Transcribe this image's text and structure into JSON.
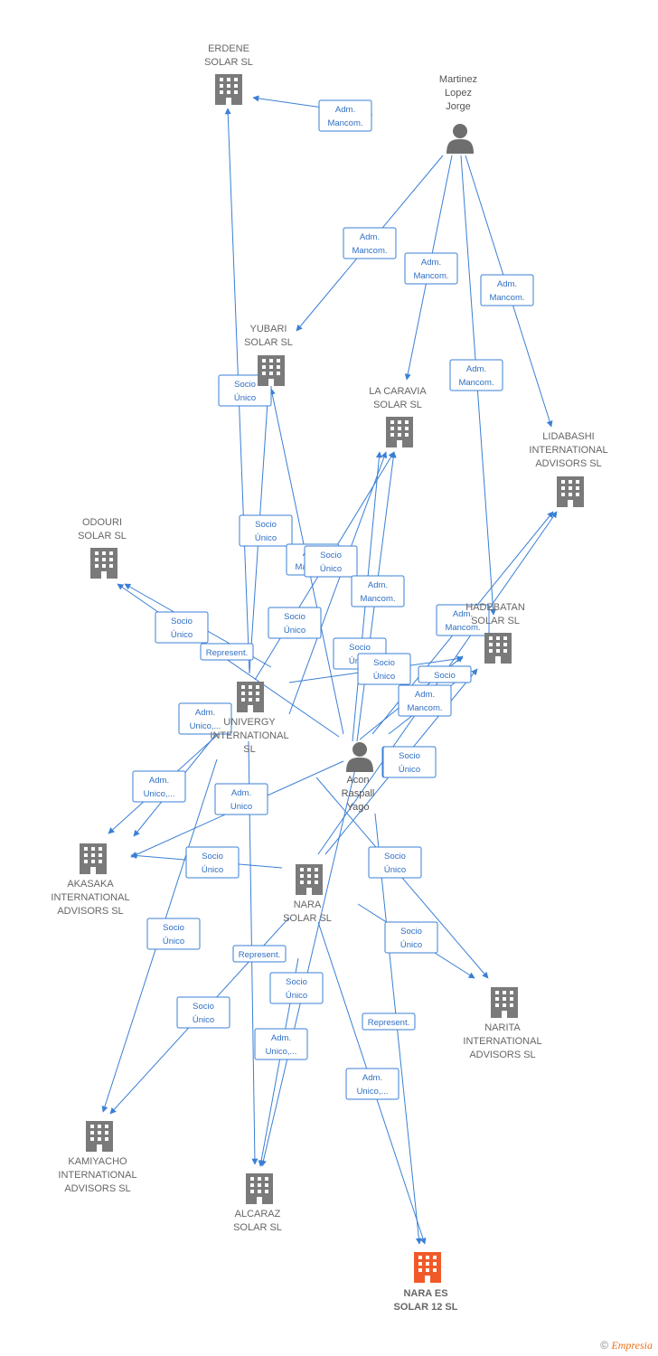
{
  "colors": {
    "edge": "#3a7fd5",
    "company": "#7a7a7a",
    "highlight": "#f05a28",
    "person": "#6e6e6e"
  },
  "nodes": [
    {
      "id": "erdene",
      "type": "company",
      "label": [
        "ERDENE",
        "SOLAR  SL"
      ]
    },
    {
      "id": "martinez",
      "type": "person",
      "label": [
        "Martinez",
        "Lopez",
        "Jorge"
      ]
    },
    {
      "id": "yubari",
      "type": "company",
      "label": [
        "YUBARI",
        "SOLAR  SL"
      ]
    },
    {
      "id": "lacaravia",
      "type": "company",
      "label": [
        "LA CARAVIA",
        "SOLAR  SL"
      ]
    },
    {
      "id": "lidabashi",
      "type": "company",
      "label": [
        "LIDABASHI",
        "INTERNATIONAL",
        "ADVISORS  SL"
      ]
    },
    {
      "id": "odouri",
      "type": "company",
      "label": [
        "ODOURI",
        "SOLAR  SL"
      ]
    },
    {
      "id": "hadebatan",
      "type": "company",
      "label": [
        "HADEBATAN",
        "SOLAR  SL"
      ]
    },
    {
      "id": "univergy",
      "type": "company",
      "label": [
        "UNIVERGY",
        "INTERNATIONAL",
        "SL"
      ]
    },
    {
      "id": "acon",
      "type": "person",
      "label": [
        "Acon",
        "Raspall",
        "Yago"
      ]
    },
    {
      "id": "akasaka",
      "type": "company",
      "label": [
        "AKASAKA",
        "INTERNATIONAL",
        "ADVISORS  SL"
      ]
    },
    {
      "id": "nara",
      "type": "company",
      "label": [
        "NARA",
        "SOLAR  SL"
      ]
    },
    {
      "id": "narita",
      "type": "company",
      "label": [
        "NARITA",
        "INTERNATIONAL",
        "ADVISORS  SL"
      ]
    },
    {
      "id": "kamiyacho",
      "type": "company",
      "label": [
        "KAMIYACHO",
        "INTERNATIONAL",
        "ADVISORS  SL"
      ]
    },
    {
      "id": "alcaraz",
      "type": "company",
      "label": [
        "ALCARAZ",
        "SOLAR SL"
      ]
    },
    {
      "id": "naraes",
      "type": "company",
      "highlight": true,
      "label": [
        "NARA ES",
        "SOLAR 12  SL"
      ]
    }
  ],
  "edge_labels": [
    [
      "Adm.",
      "Mancom."
    ],
    [
      "Adm.",
      "Mancom."
    ],
    [
      "Adm.",
      "Mancom."
    ],
    [
      "Adm.",
      "Mancom."
    ],
    [
      "Adm.",
      "Mancom."
    ],
    [
      "Socio",
      "Único"
    ],
    [
      "Socio",
      "Único"
    ],
    [
      "Adm.",
      "Mancom."
    ],
    [
      "Socio",
      "Único"
    ],
    [
      "Adm.",
      "Mancom."
    ],
    [
      "Socio",
      "Único"
    ],
    [
      "Socio",
      "Único"
    ],
    [
      "Represent."
    ],
    [
      "Socio",
      "Único"
    ],
    [
      "Socio",
      "Único"
    ],
    [
      "Adm.",
      "Mancom."
    ],
    [
      "Socio"
    ],
    [
      "Adm.",
      "Mancom."
    ],
    [
      "Adm.",
      "Unico,..."
    ],
    [
      "Socio",
      "Único"
    ],
    [
      "Adm.",
      "Unico,..."
    ],
    [
      "Adm.",
      "Unico"
    ],
    [
      "Socio",
      "Único"
    ],
    [
      "Socio",
      "Único"
    ],
    [
      "Socio",
      "Único"
    ],
    [
      "Socio",
      "Único"
    ],
    [
      "Socio",
      "Único"
    ],
    [
      "Socio",
      "Único"
    ],
    [
      "Represent."
    ],
    [
      "Socio",
      "Único"
    ],
    [
      "Represent."
    ],
    [
      "Adm.",
      "Unico,..."
    ],
    [
      "Adm.",
      "Unico,..."
    ]
  ],
  "footer": {
    "copyright": "©",
    "brand": "Empresia"
  }
}
